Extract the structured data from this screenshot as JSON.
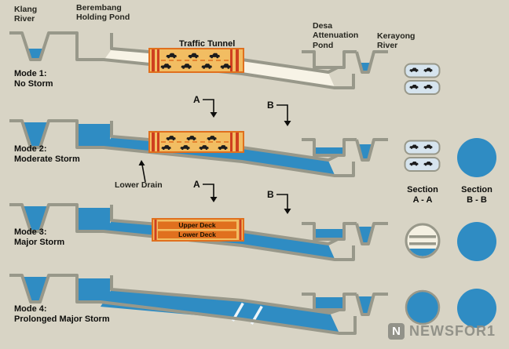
{
  "title": "Stormwater tunnel operation modes diagram",
  "colors": {
    "background": "#d8d4c5",
    "water_blue": "#2f8cc3",
    "ground_gray": "#98988a",
    "tunnel_interior": "#f7f3e6",
    "tunnel_yellow": "#f2bd62",
    "tunnel_orange": "#e0701e",
    "portal_red": "#cf3f1f",
    "car_black": "#1c1c1c",
    "watermark_gray": "#8d8d84"
  },
  "labels": {
    "klang_river": "Klang\nRiver",
    "berembang_holding_pond": "Berembang\nHolding Pond",
    "traffic_tunnel": "Traffic Tunnel",
    "desa_attenuation_pond": "Desa\nAttenuation\nPond",
    "kerayong_river": "Kerayong\nRiver",
    "lower_drain": "Lower Drain",
    "upper_deck": "Upper Deck",
    "lower_deck": "Lower Deck",
    "section_aa": "Section\nA - A",
    "section_bb": "Section\nB - B",
    "marker_a": "A",
    "marker_b": "B"
  },
  "modes": [
    {
      "label": "Mode 1:\nNo Storm"
    },
    {
      "label": "Mode 2:\nModerate Storm"
    },
    {
      "label": "Mode 3:\nMajor Storm"
    },
    {
      "label": "Mode 4:\nProlonged Major Storm"
    }
  ],
  "watermark": {
    "logo_letter": "N",
    "text": "NEWSFOR1"
  }
}
